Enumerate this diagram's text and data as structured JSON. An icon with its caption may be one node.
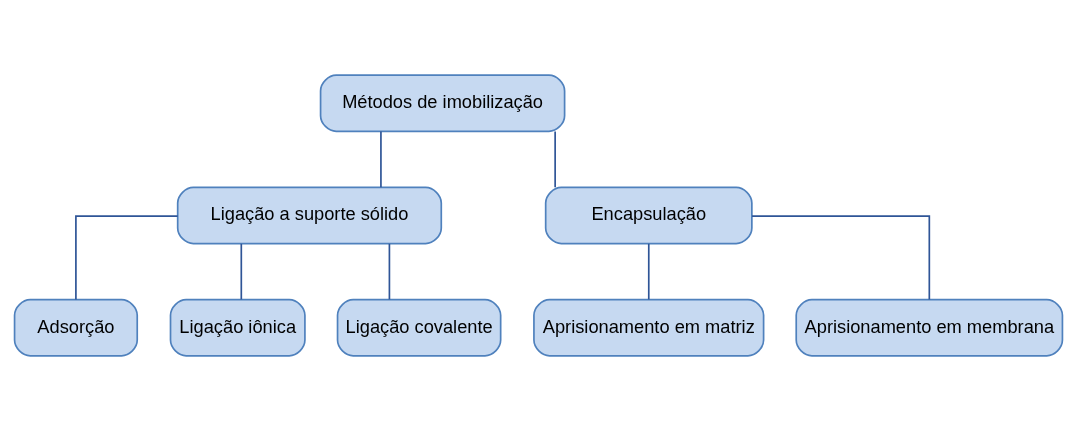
{
  "diagram": {
    "nodes": [
      {
        "text": [
          "Métodos de imobilização"
        ]
      },
      {
        "text": [
          "Ligação a suporte sólido"
        ]
      },
      {
        "text": [
          "Encapsulação"
        ]
      },
      {
        "text": [
          "Adsorção"
        ]
      },
      {
        "text": [
          "Ligação iônica"
        ]
      },
      {
        "text": [
          "Ligação covalente"
        ]
      },
      {
        "text": [
          "Aprisionamento em matriz"
        ]
      },
      {
        "text": [
          "Aprisionamento em membrana"
        ]
      }
    ],
    "edges": [
      {
        "from": 0,
        "to": 1,
        "arrow": "none"
      },
      {
        "from": 0,
        "to": 2,
        "arrow": "none"
      },
      {
        "from": 1,
        "to": 3,
        "arrow": "none"
      },
      {
        "from": 1,
        "to": 4,
        "arrow": "none"
      },
      {
        "from": 1,
        "to": 5,
        "arrow": "none"
      },
      {
        "from": 2,
        "to": 6,
        "arrow": "none"
      },
      {
        "from": 2,
        "to": 7,
        "arrow": "none"
      }
    ]
  }
}
